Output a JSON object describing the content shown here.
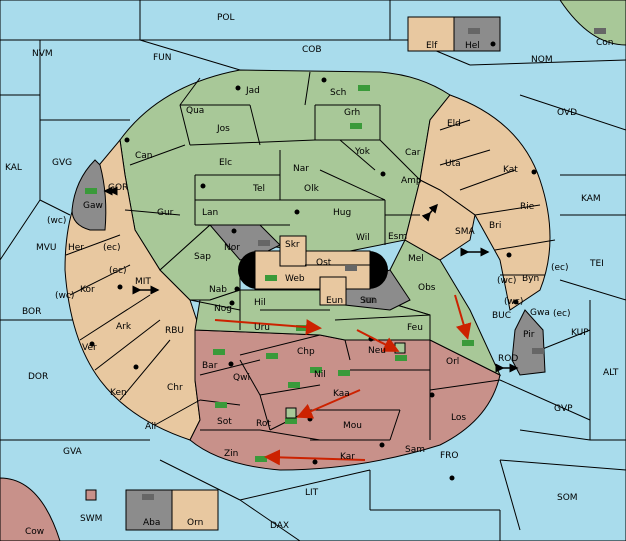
{
  "colors": {
    "sea": "#a9dcec",
    "ring_green": "#a8c898",
    "ring_tan": "#e8c8a0",
    "ring_red": "#c8918a",
    "neutral_gray": "#8c8c8c",
    "center_black": "#000000",
    "arrow_red": "#cc2200",
    "border": "#000000",
    "unit_green": "#3a9a3a",
    "unit_gray": "#666666"
  },
  "outer_regions": [
    {
      "name": "POL"
    },
    {
      "name": "NVM"
    },
    {
      "name": "FUN"
    },
    {
      "name": "COB"
    },
    {
      "name": "NOM"
    },
    {
      "name": "OVD"
    },
    {
      "name": "KAL"
    },
    {
      "name": "GVG"
    },
    {
      "name": "KAM"
    },
    {
      "name": "TEI"
    },
    {
      "name": "MVU"
    },
    {
      "name": "BOR"
    },
    {
      "name": "KUP"
    },
    {
      "name": "ALT"
    },
    {
      "name": "DOR"
    },
    {
      "name": "GVP"
    },
    {
      "name": "GVA"
    },
    {
      "name": "FRO"
    },
    {
      "name": "SOM"
    },
    {
      "name": "LIT"
    },
    {
      "name": "SWM"
    },
    {
      "name": "DAX"
    }
  ],
  "straits": [
    {
      "name": "GOR"
    },
    {
      "name": "MIT"
    },
    {
      "name": "RBU"
    },
    {
      "name": "SMA"
    },
    {
      "name": "BUC"
    },
    {
      "name": "ROD"
    }
  ],
  "provinces": [
    {
      "name": "Jad",
      "color": "green"
    },
    {
      "name": "Sch",
      "color": "green"
    },
    {
      "name": "Qua",
      "color": "green"
    },
    {
      "name": "Grh",
      "color": "green"
    },
    {
      "name": "Jos",
      "color": "green"
    },
    {
      "name": "Can",
      "color": "green"
    },
    {
      "name": "Yok",
      "color": "green"
    },
    {
      "name": "Car",
      "color": "tan"
    },
    {
      "name": "Eld",
      "color": "tan"
    },
    {
      "name": "Elc",
      "color": "green"
    },
    {
      "name": "Nar",
      "color": "green"
    },
    {
      "name": "Uta",
      "color": "tan"
    },
    {
      "name": "Kat",
      "color": "tan"
    },
    {
      "name": "Tel",
      "color": "tan"
    },
    {
      "name": "Olk",
      "color": "green"
    },
    {
      "name": "Amp",
      "color": "green"
    },
    {
      "name": "Gur",
      "color": "green"
    },
    {
      "name": "Lan",
      "color": "tan"
    },
    {
      "name": "Hug",
      "color": "green"
    },
    {
      "name": "Rie",
      "color": "tan"
    },
    {
      "name": "Bri",
      "color": "tan"
    },
    {
      "name": "Gaw",
      "color": "gray"
    },
    {
      "name": "Nor",
      "color": "gray"
    },
    {
      "name": "Skr",
      "color": "tan"
    },
    {
      "name": "Wil",
      "color": "green"
    },
    {
      "name": "Esm",
      "color": "green"
    },
    {
      "name": "Her",
      "color": "tan"
    },
    {
      "name": "Sap",
      "color": "green"
    },
    {
      "name": "Ost",
      "color": "tan"
    },
    {
      "name": "Web",
      "color": "tan"
    },
    {
      "name": "Mel",
      "color": "tan"
    },
    {
      "name": "Byn",
      "color": "tan"
    },
    {
      "name": "Kor",
      "color": "tan"
    },
    {
      "name": "Nab",
      "color": "tan"
    },
    {
      "name": "Eun",
      "color": "tan"
    },
    {
      "name": "Sun",
      "color": "gray"
    },
    {
      "name": "Obs",
      "color": "green"
    },
    {
      "name": "Gwa",
      "color": "tan"
    },
    {
      "name": "Hil",
      "color": "green"
    },
    {
      "name": "Nog",
      "color": "green"
    },
    {
      "name": "Uru",
      "color": "green"
    },
    {
      "name": "Feu",
      "color": "green"
    },
    {
      "name": "Pir",
      "color": "gray"
    },
    {
      "name": "Ark",
      "color": "tan"
    },
    {
      "name": "Chp",
      "color": "red"
    },
    {
      "name": "Neu",
      "color": "red"
    },
    {
      "name": "Orl",
      "color": "green"
    },
    {
      "name": "Ver",
      "color": "tan"
    },
    {
      "name": "Bar",
      "color": "red"
    },
    {
      "name": "Qwi",
      "color": "red"
    },
    {
      "name": "Nil",
      "color": "red"
    },
    {
      "name": "Ken",
      "color": "tan"
    },
    {
      "name": "Chr",
      "color": "tan"
    },
    {
      "name": "Kaa",
      "color": "red"
    },
    {
      "name": "Sot",
      "color": "red"
    },
    {
      "name": "Rot",
      "color": "red"
    },
    {
      "name": "Los",
      "color": "red"
    },
    {
      "name": "Ail",
      "color": "tan"
    },
    {
      "name": "Mou",
      "color": "red"
    },
    {
      "name": "Sam",
      "color": "red"
    },
    {
      "name": "Zin",
      "color": "red"
    },
    {
      "name": "Kar",
      "color": "red"
    }
  ],
  "coast_labels": [
    "(wc)",
    "(ec)",
    "(ec)",
    "(wc)",
    "(wc)",
    "(ec)",
    "(wc)",
    "(ec)"
  ],
  "home_boxes": [
    {
      "name": "Elf",
      "color": "tan"
    },
    {
      "name": "Hel",
      "color": "gray"
    },
    {
      "name": "Con",
      "color": "green"
    },
    {
      "name": "Aba",
      "color": "gray"
    },
    {
      "name": "Orn",
      "color": "tan"
    },
    {
      "name": "Cow",
      "color": "red"
    }
  ]
}
